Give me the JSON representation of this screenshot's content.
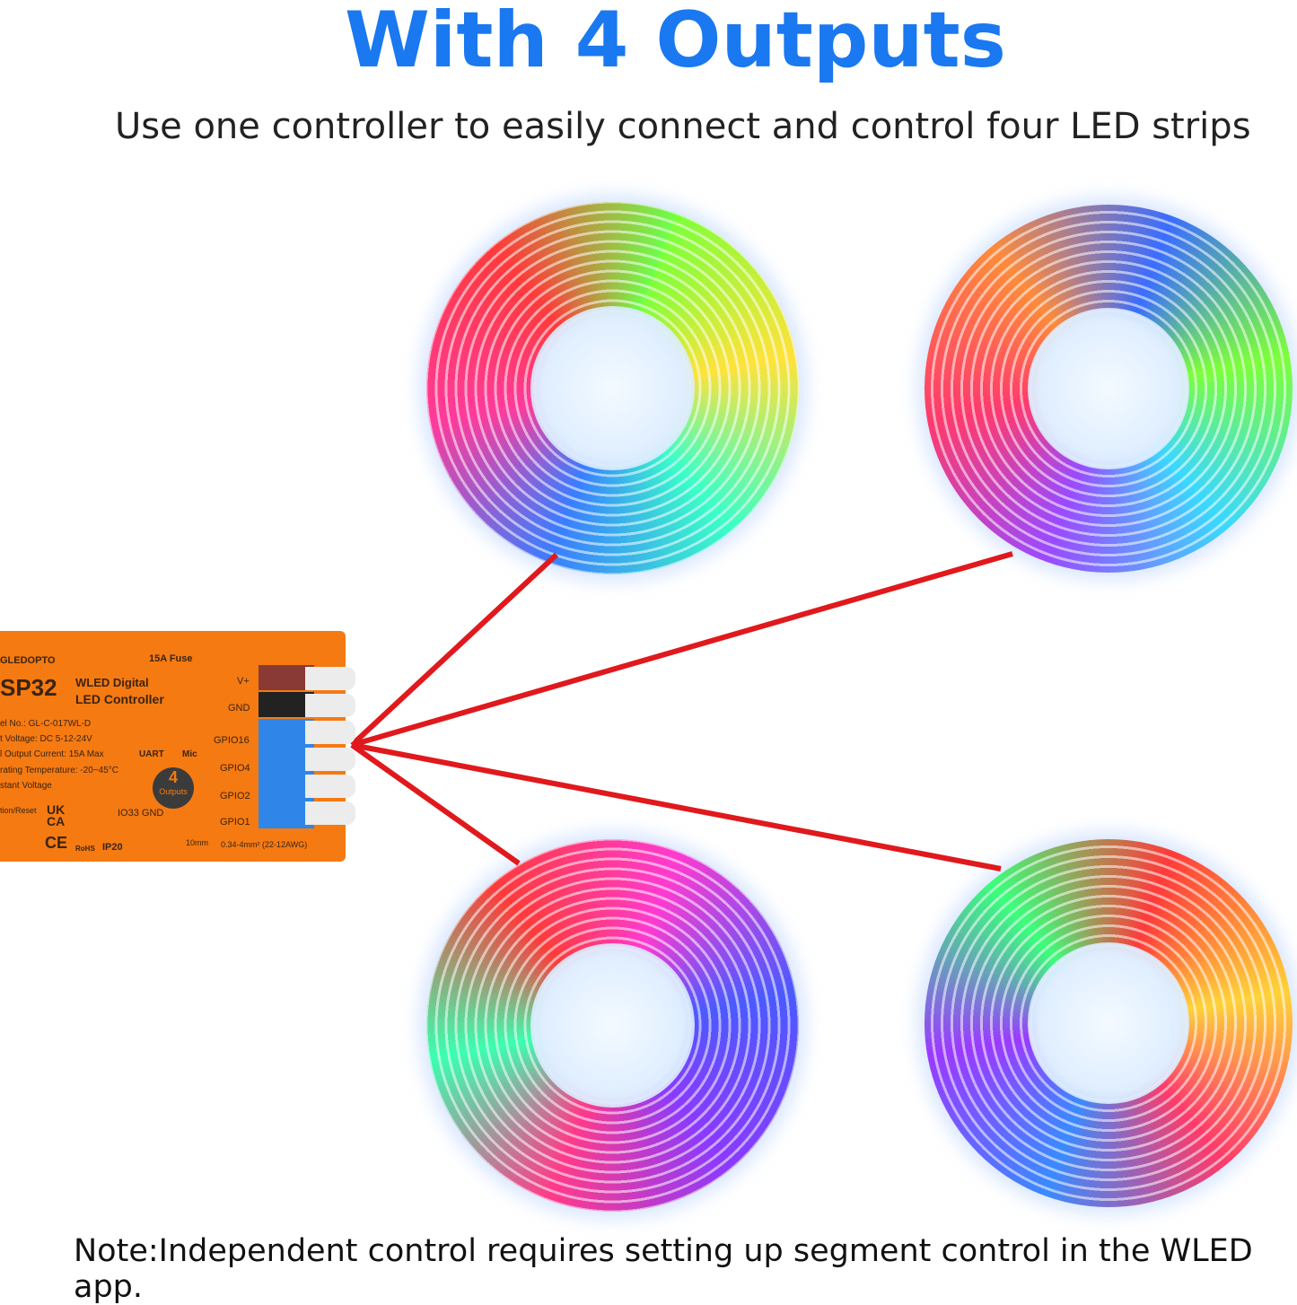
{
  "header": {
    "title": "With 4 Outputs",
    "subtitle": "Use one controller to easily connect and control four LED strips"
  },
  "footer": {
    "note": "Note:Independent control requires setting up segment control in the WLED app."
  },
  "colors": {
    "title": "#1a78f0",
    "controller": "#f57a12",
    "wire": "#e0191c"
  },
  "controller": {
    "brand": "GLEDOPTO",
    "fuse": "15A Fuse",
    "model_big": "SP32",
    "desc1": "WLED Digital",
    "desc2": "LED Controller",
    "specs": [
      "el No.: GL-C-017WL-D",
      "t Voltage: DC 5-12-24V",
      "l Output Current: 15A Max",
      "rating Temperature: -20~45°C",
      "stant Voltage"
    ],
    "uart": "UART",
    "mic": "Mic",
    "outputs_num": "4",
    "outputs_label": "Outputs",
    "reset": "tion/Reset",
    "ukca": "UK CA",
    "ce": "CE",
    "rohs": "RoHS",
    "ip": "IP20",
    "io": "IO33 GND",
    "strip_len": "10mm",
    "wire_gauge": "0.34-4mm² (22-12AWG)",
    "terminals": [
      "V+",
      "GND",
      "GPIO16",
      "GPIO4",
      "GPIO2",
      "GPIO1"
    ]
  },
  "reels": [
    {
      "name": "led-strip-reel-1",
      "colors": [
        "#7dff3a",
        "#ffe23a",
        "#3affc8",
        "#3a7dff",
        "#ff3a9a",
        "#ff3a3a",
        "#6dff4a"
      ]
    },
    {
      "name": "led-strip-reel-2",
      "colors": [
        "#3a6dff",
        "#7dff3a",
        "#3ad8ff",
        "#9a4aff",
        "#ff3a6d",
        "#ff8a3a",
        "#3a6dff"
      ]
    },
    {
      "name": "led-strip-reel-3",
      "colors": [
        "#ff3ad0",
        "#4a5aff",
        "#8a3aff",
        "#ff3a8a",
        "#3affb0",
        "#ff3a3a",
        "#ff3ad0"
      ]
    },
    {
      "name": "led-strip-reel-4",
      "colors": [
        "#ff3a3a",
        "#ffd23a",
        "#ff3a6a",
        "#3a8aff",
        "#9a3aff",
        "#3aff7a",
        "#ff3a3a"
      ]
    }
  ]
}
